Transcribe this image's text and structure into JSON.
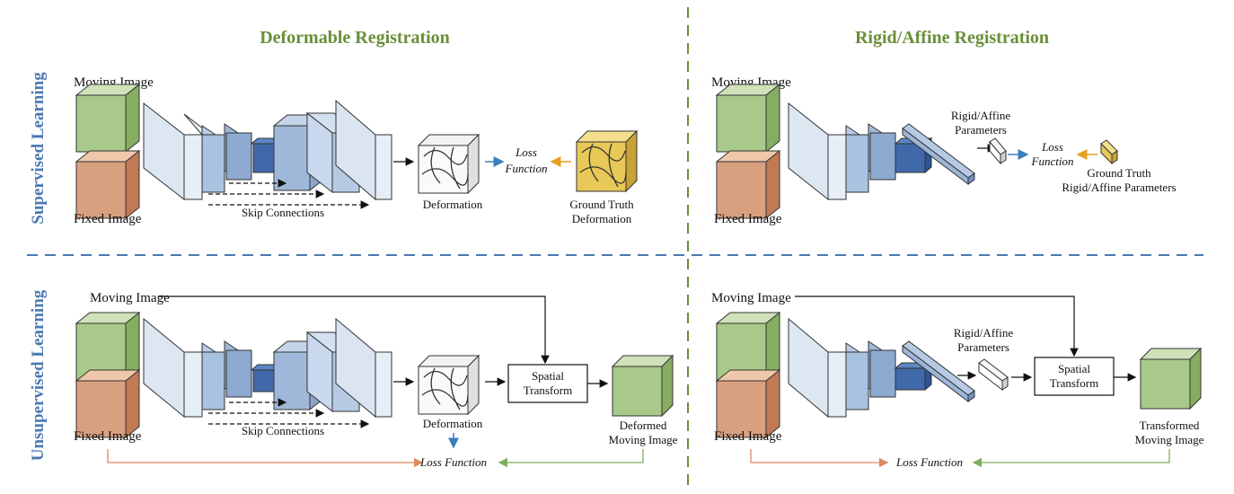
{
  "headers": {
    "deformable": "Deformable Registration",
    "rigid": "Rigid/Affine Registration"
  },
  "side_labels": {
    "supervised": "Supervised Learning",
    "unsupervised": "Unsupervised Learning"
  },
  "labels": {
    "moving_image": "Moving Image",
    "fixed_image": "Fixed Image",
    "skip_connections": "Skip Connections",
    "deformation": "Deformation",
    "loss_line1": "Loss",
    "loss_line2": "Function",
    "loss_function": "Loss Function",
    "gt_line1": "Ground Truth",
    "gt_deformation": "Deformation",
    "rigid_params_line1": "Rigid/Affine",
    "rigid_params_line2": "Parameters",
    "gt_rigid_line2": "Rigid/Affine Parameters",
    "spatial": "Spatial",
    "transform": "Transform",
    "deformed": "Deformed",
    "moving_image_lc": "Moving Image",
    "transformed": "Transformed"
  },
  "colors": {
    "header_green": "#6b8e3a",
    "side_blue": "#4a78b2",
    "divider_green": "#6b8e3a",
    "divider_blue": "#4a78b2",
    "moving_cube": "#a9c98a",
    "fixed_cube": "#d9a080",
    "gt_cube": "#e8c857",
    "loss_arrow_blue": "#3c7fc0",
    "loss_arrow_orange": "#e6a020",
    "orange_line": "#d98a5e",
    "green_line": "#7fae5b"
  }
}
